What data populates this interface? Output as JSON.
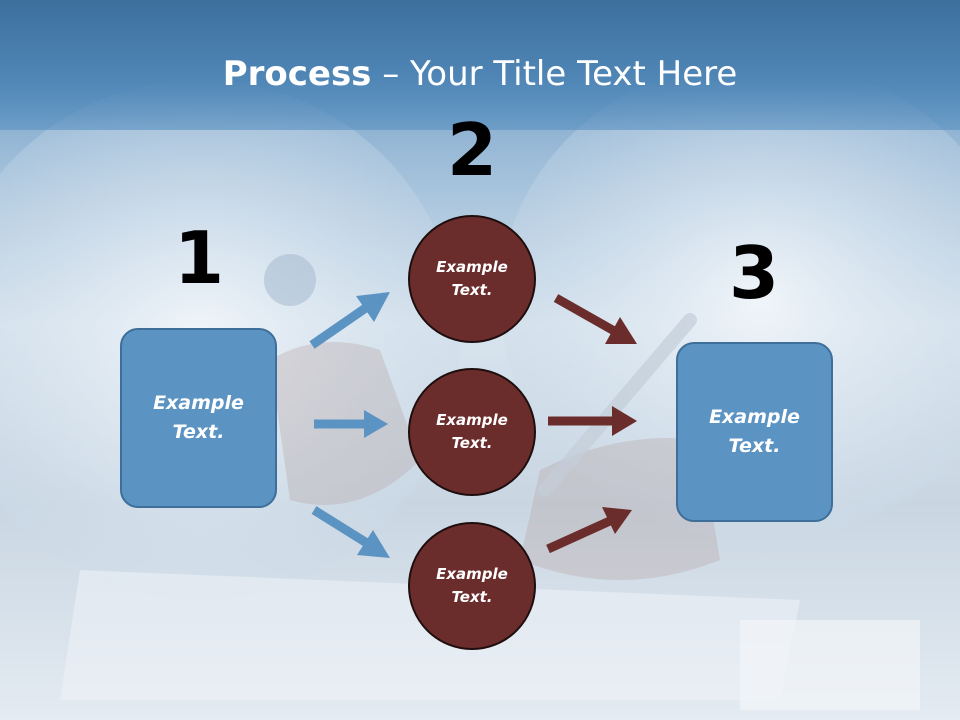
{
  "title": {
    "bold": "Process",
    "rest": " – Your Title Text Here"
  },
  "steps": {
    "one": {
      "number": "1",
      "text": "Example Text."
    },
    "two": {
      "number": "2"
    },
    "three": {
      "number": "3",
      "text": "Example Text."
    }
  },
  "circles": [
    {
      "text": "Example Text."
    },
    {
      "text": "Example Text."
    },
    {
      "text": "Example Text."
    }
  ],
  "colors": {
    "box_fill": "#5b93c2",
    "circle_fill": "#6b2d2c",
    "arrow_blue": "#5b93c2",
    "arrow_red": "#6b2d2c",
    "title_band": "#4f86b6"
  }
}
